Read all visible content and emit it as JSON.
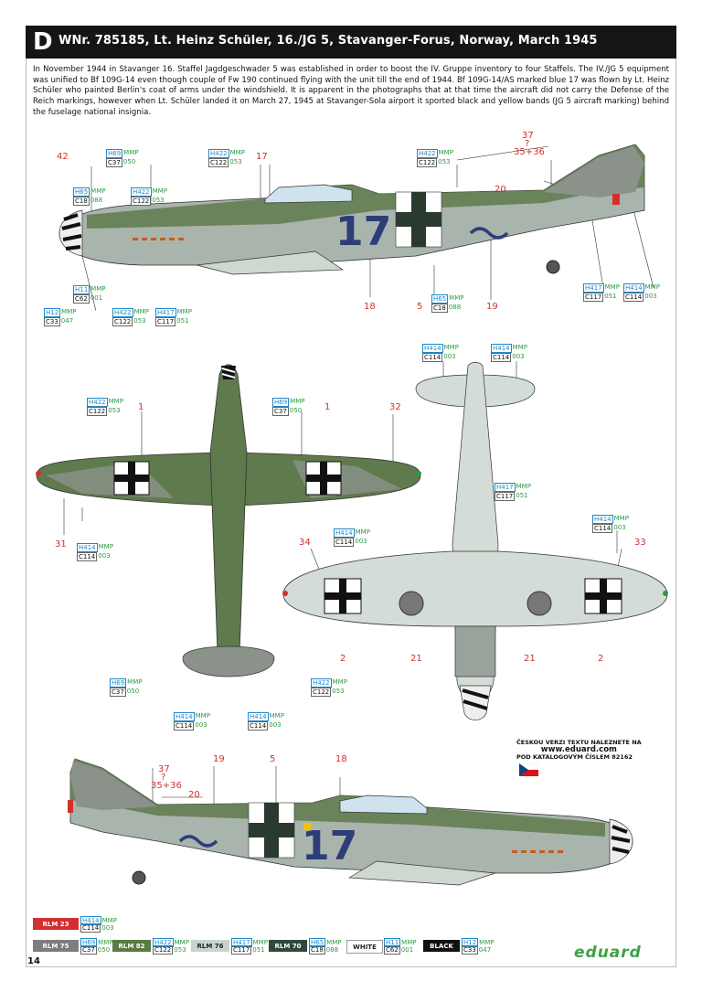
{
  "header": {
    "letter": "D",
    "title": "WNr. 785185, Lt. Heinz Schüler, 16./JG 5, Stavanger-Forus, Norway, March 1945"
  },
  "description": "In November 1944 in Stavanger 16. Staffel Jagdgeschwader 5 was established in order to boost the IV. Gruppe inventory to four Staffels. The IV./JG 5 equipment was unified to Bf 109G-14 even though couple of Fw 190 continued flying with the unit till the end of 1944. Bf 109G-14/AS marked blue 17 was flown by Lt. Heinz Schüler who painted Berlin's coat of arms under the windshield. It is apparent in the photographs that at that time the aircraft did not carry the Defense of the Reich markings, however when Lt. Schüler landed it on March 27, 1945 at Stavanger-Sola airport it sported black and yellow bands (JG 5 aircraft marking) behind the fuselage national insignia.",
  "aircraft_code": "17",
  "colors": {
    "rlm23": "#d32f2f",
    "rlm75": "#7d7d7d",
    "rlm82": "#5b7b45",
    "rlm76": "#c8d3cc",
    "rlm70": "#2f4a3a",
    "white": "#ffffff",
    "black": "#111111",
    "blue_code": "#2d3d78"
  },
  "callouts": {
    "c1": {
      "h": "H69",
      "mmp": "MMP",
      "c": "C37",
      "m": "050"
    },
    "c2": {
      "h": "H422",
      "mmp": "MMP",
      "c": "C122",
      "m": "053"
    },
    "c3": {
      "h": "H422",
      "mmp": "MMP",
      "c": "C122",
      "m": "053"
    },
    "c4": {
      "h": "H65",
      "mmp": "MMP",
      "c": "C18",
      "m": "088"
    },
    "c5": {
      "h": "H422",
      "mmp": "MMP",
      "c": "C122",
      "m": "053"
    },
    "c6": {
      "h": "H11",
      "mmp": "MMP",
      "c": "C62",
      "m": "001"
    },
    "c7": {
      "h": "H12",
      "mmp": "MMP",
      "c": "C33",
      "m": "047"
    },
    "c8": {
      "h": "H422",
      "mmp": "MMP",
      "c": "C122",
      "m": "053"
    },
    "c9": {
      "h": "H417",
      "mmp": "MMP",
      "c": "C117",
      "m": "051"
    },
    "c10": {
      "h": "H65",
      "mmp": "MMP",
      "c": "C18",
      "m": "088"
    },
    "c11": {
      "h": "H417",
      "mmp": "MMP",
      "c": "C117",
      "m": "051"
    },
    "c12": {
      "h": "H414",
      "mmp": "MMP",
      "c": "C114",
      "m": "003"
    },
    "c13": {
      "h": "H422",
      "mmp": "MMP",
      "c": "C122",
      "m": "053"
    },
    "c14": {
      "h": "H69",
      "mmp": "MMP",
      "c": "C37",
      "m": "050"
    },
    "c15": {
      "h": "H414",
      "mmp": "MMP",
      "c": "C114",
      "m": "003"
    },
    "c16": {
      "h": "H414",
      "mmp": "MMP",
      "c": "C114",
      "m": "003"
    },
    "c17": {
      "h": "H414",
      "mmp": "MMP",
      "c": "C114",
      "m": "003"
    },
    "c18": {
      "h": "H414",
      "mmp": "MMP",
      "c": "C114",
      "m": "003"
    },
    "c19": {
      "h": "H417",
      "mmp": "MMP",
      "c": "C117",
      "m": "051"
    },
    "c20": {
      "h": "H414",
      "mmp": "MMP",
      "c": "C114",
      "m": "003"
    },
    "c21": {
      "h": "H69",
      "mmp": "MMP",
      "c": "C37",
      "m": "050"
    },
    "c22": {
      "h": "H422",
      "mmp": "MMP",
      "c": "C122",
      "m": "053"
    },
    "c23": {
      "h": "H414",
      "mmp": "MMP",
      "c": "C114",
      "m": "003"
    },
    "c24": {
      "h": "H414",
      "mmp": "MMP",
      "c": "C114",
      "m": "003"
    }
  },
  "numbers": {
    "n42": "42",
    "n17": "17",
    "n37a": "37",
    "q1": "?",
    "n3536a": "35+36",
    "n20a": "20",
    "n18a": "18",
    "n5a": "5",
    "n19a": "19",
    "n1a": "1",
    "n1b": "1",
    "n32": "32",
    "n31": "31",
    "n34": "34",
    "n33": "33",
    "n2a": "2",
    "n21a": "21",
    "n21b": "21",
    "n2b": "2",
    "n37b": "37",
    "q2": "?",
    "n3536b": "35+36",
    "n19b": "19",
    "n5b": "5",
    "n18b": "18",
    "n20b": "20"
  },
  "legend": [
    {
      "label": "RLM 23",
      "h": "H414",
      "mmp": "MMP",
      "c": "C114",
      "m": "003"
    },
    {
      "label": "RLM 75",
      "h": "H69",
      "mmp": "MMP",
      "c": "C37",
      "m": "050"
    },
    {
      "label": "RLM 82",
      "h": "H422",
      "mmp": "MMP",
      "c": "C122",
      "m": "053"
    },
    {
      "label": "RLM 76",
      "h": "H417",
      "mmp": "MMP",
      "c": "C117",
      "m": "051"
    },
    {
      "label": "RLM 70",
      "h": "H65",
      "mmp": "MMP",
      "c": "C18",
      "m": "088"
    },
    {
      "label": "WHITE",
      "h": "H11",
      "mmp": "MMP",
      "c": "C62",
      "m": "001"
    },
    {
      "label": "BLACK",
      "h": "H12",
      "mmp": "MMP",
      "c": "C33",
      "m": "047"
    }
  ],
  "czech_note": {
    "line1": "ČESKOU VERZI TEXTU NALEZNETE NA",
    "url": "www.eduard.com",
    "line2": "POD KATALOGOVÝM ČÍSLEM 82162"
  },
  "page_number": "14",
  "brand": "eduard"
}
